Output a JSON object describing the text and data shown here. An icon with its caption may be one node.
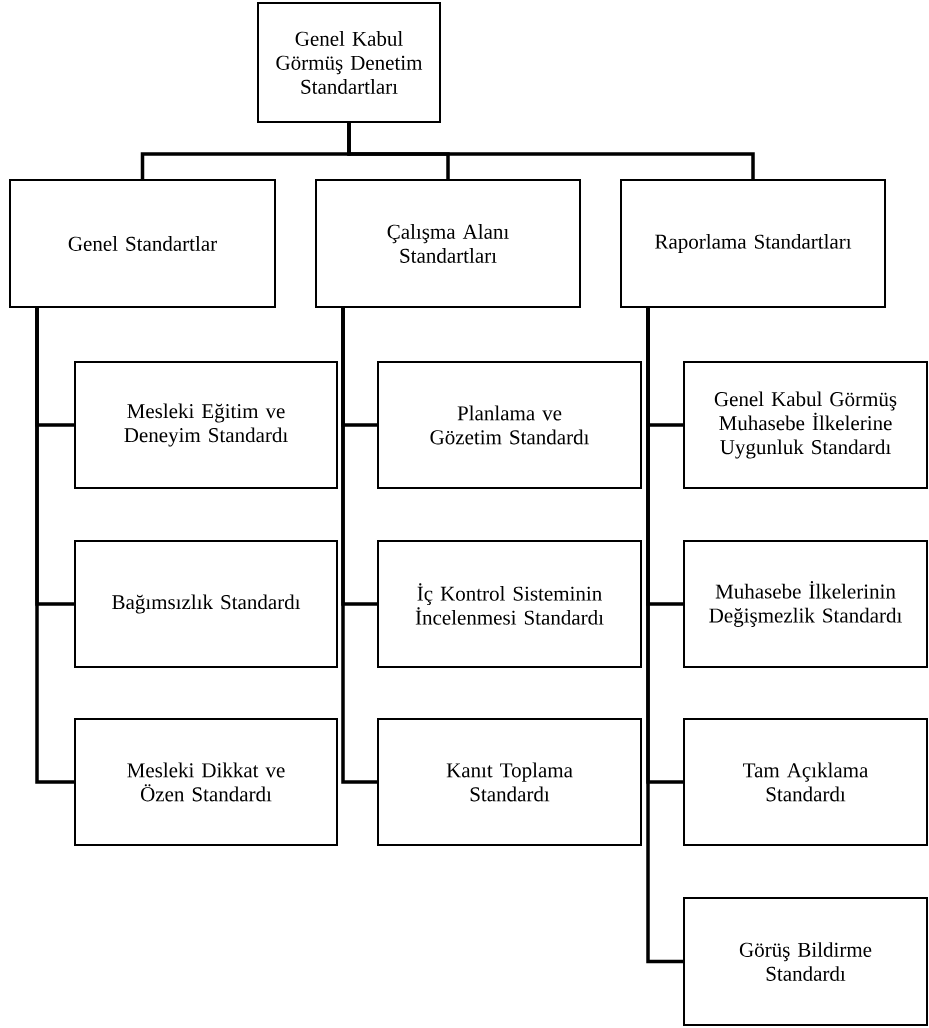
{
  "diagram": {
    "nodes": [
      {
        "text": [
          "Genel Kabul Görmüş Denetim Standartları"
        ]
      },
      {
        "text": [
          "Genel Standartlar"
        ]
      },
      {
        "text": [
          "Çalışma Alanı Standartları"
        ]
      },
      {
        "text": [
          "Raporlama Standartları"
        ]
      },
      {
        "text": [
          "Mesleki Eğitim ve Deneyim Standardı"
        ]
      },
      {
        "text": [
          "Bağımsızlık Standardı"
        ]
      },
      {
        "text": [
          "Mesleki Dikkat ve Özen Standardı"
        ]
      },
      {
        "text": [
          "Planlama ve Gözetim Standardı"
        ]
      },
      {
        "text": [
          "İç Kontrol Sisteminin İncelenmesi Standardı"
        ]
      },
      {
        "text": [
          "Kanıt Toplama Standardı"
        ]
      },
      {
        "text": [
          "Genel Kabul Görmüş Muhasebe İlkelerine Uygunluk Standardı"
        ]
      },
      {
        "text": [
          "Muhasebe İlkelerinin Değişmezlik Standardı"
        ]
      },
      {
        "text": [
          "Tam Açıklama Standardı"
        ]
      },
      {
        "text": [
          "Görüş Bildirme Standardı"
        ]
      }
    ],
    "edges": [
      {
        "from": 0,
        "to": 1,
        "arrow": "none"
      },
      {
        "from": 0,
        "to": 2,
        "arrow": "none"
      },
      {
        "from": 0,
        "to": 3,
        "arrow": "none"
      },
      {
        "from": 1,
        "to": 4,
        "arrow": "none"
      },
      {
        "from": 1,
        "to": 5,
        "arrow": "none"
      },
      {
        "from": 1,
        "to": 6,
        "arrow": "none"
      },
      {
        "from": 2,
        "to": 7,
        "arrow": "none"
      },
      {
        "from": 2,
        "to": 8,
        "arrow": "none"
      },
      {
        "from": 2,
        "to": 9,
        "arrow": "none"
      },
      {
        "from": 3,
        "to": 10,
        "arrow": "none"
      },
      {
        "from": 3,
        "to": 11,
        "arrow": "none"
      },
      {
        "from": 3,
        "to": 12,
        "arrow": "none"
      },
      {
        "from": 3,
        "to": 13,
        "arrow": "none"
      }
    ]
  }
}
